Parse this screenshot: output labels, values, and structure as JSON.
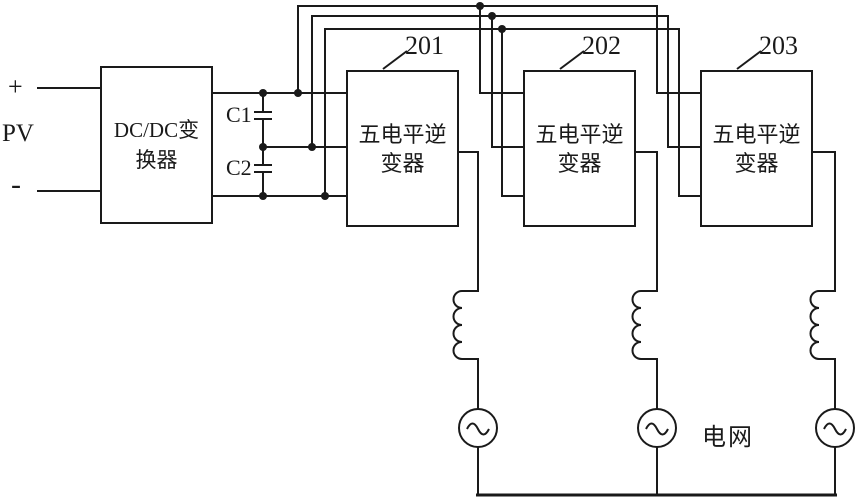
{
  "diagram": {
    "pv_plus": "+",
    "pv_label": "PV",
    "pv_minus": "-",
    "dcdc_line1": "DC/DC变",
    "dcdc_line2": "换器",
    "cap1_label": "C1",
    "cap2_label": "C2",
    "inverters": [
      {
        "ref": "201",
        "line1": "五电平逆",
        "line2": "变器"
      },
      {
        "ref": "202",
        "line1": "五电平逆",
        "line2": "变器"
      },
      {
        "ref": "203",
        "line1": "五电平逆",
        "line2": "变器"
      }
    ],
    "grid_label": "电网",
    "colors": {
      "line": "#1a1a1a",
      "background": "#ffffff"
    }
  }
}
